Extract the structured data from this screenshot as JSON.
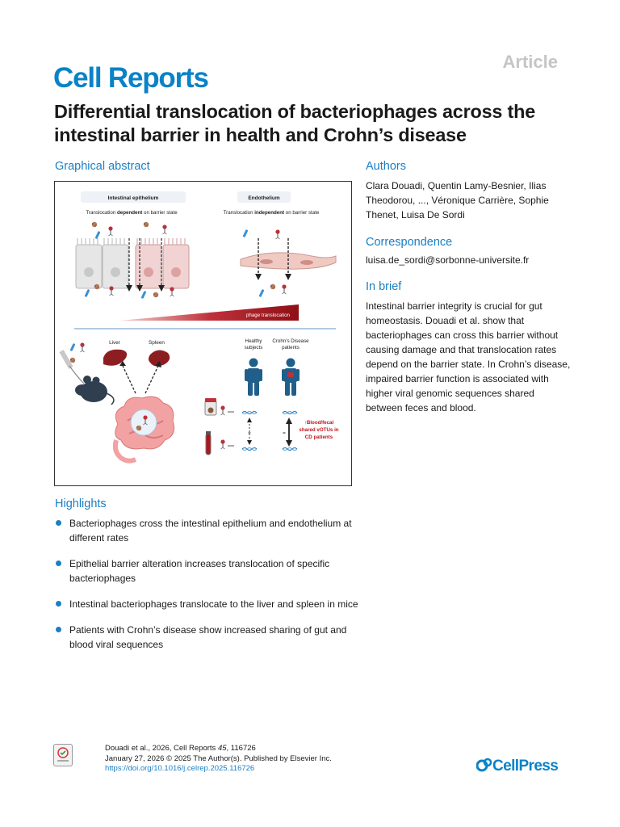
{
  "header": {
    "article_label": "Article",
    "journal_name": "Cell Reports",
    "title": "Differential translocation of bacteriophages across the intestinal barrier in health and Crohn’s disease"
  },
  "graphical_abstract": {
    "heading": "Graphical abstract",
    "panel_epithelium_label": "Intestinal epithelium",
    "panel_endothelium_label": "Endothelium",
    "epi_caption_pre": "Translocation ",
    "epi_caption_bold": "dependent",
    "epi_caption_post": " on barrier state",
    "endo_caption_pre": "Translocation ",
    "endo_caption_bold": "independent",
    "endo_caption_post": " on barrier state",
    "gradient_label": "phage translocation",
    "liver_label": "Liver",
    "spleen_label": "Spleen",
    "healthy_label_1": "Healthy",
    "healthy_label_2": "subjects",
    "cd_label_1": "Crohn’s Disease",
    "cd_label_2": "patients",
    "equals_sign": "=",
    "result_line_1": "↑Blood/fecal",
    "result_line_2": "shared vOTUs in",
    "result_line_3": "CD patients"
  },
  "authors": {
    "heading": "Authors",
    "text": "Clara Douadi, Quentin Lamy-Besnier, Ilias Theodorou, ..., Véronique Carrière, Sophie Thenet, Luisa De Sordi"
  },
  "correspondence": {
    "heading": "Correspondence",
    "email": "luisa.de_sordi@sorbonne-universite.fr"
  },
  "in_brief": {
    "heading": "In brief",
    "text": "Intestinal barrier integrity is crucial for gut homeostasis. Douadi et al. show that bacteriophages can cross this barrier without causing damage and that translocation rates depend on the barrier state. In Crohn’s disease, impaired barrier function is associated with higher viral genomic sequences shared between feces and blood."
  },
  "highlights": {
    "heading": "Highlights",
    "items": [
      "Bacteriophages cross the intestinal epithelium and endothelium at different rates",
      "Epithelial barrier alteration increases translocation of specific bacteriophages",
      "Intestinal bacteriophages translocate to the liver and spleen in mice",
      "Patients with Crohn’s disease show increased sharing of gut and blood viral sequences"
    ]
  },
  "footer": {
    "citation_pre": "Douadi et al., 2026, Cell Reports ",
    "citation_volume": "45",
    "citation_post": ", 116726",
    "date_line": "January 27, 2026 © 2025 The Author(s). Published by Elsevier Inc.",
    "doi": "https://doi.org/10.1016/j.celrep.2025.116726",
    "publisher": "CellPress"
  },
  "colors": {
    "brand_blue": "#0a82c7",
    "section_blue": "#1a7fc4",
    "accent_red": "#b0141c"
  }
}
